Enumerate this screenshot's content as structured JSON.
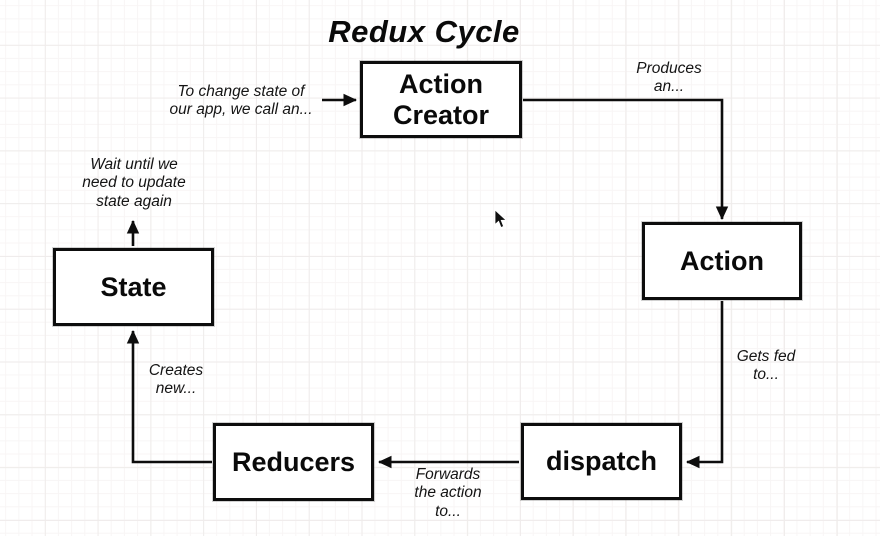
{
  "diagram": {
    "title": "Redux Cycle",
    "boxes": {
      "action_creator": {
        "label": "Action\nCreator"
      },
      "action": {
        "label": "Action"
      },
      "dispatch": {
        "label": "dispatch"
      },
      "reducers": {
        "label": "Reducers"
      },
      "state": {
        "label": "State"
      }
    },
    "annotations": {
      "call_action_creator": {
        "text": "To change state of\nour app, we call an..."
      },
      "produces": {
        "text": "Produces\nan..."
      },
      "gets_fed": {
        "text": "Gets fed\nto..."
      },
      "forwards": {
        "text": "Forwards\nthe action\nto..."
      },
      "creates_new": {
        "text": "Creates\nnew..."
      },
      "wait_until": {
        "text": "Wait until we\nneed to update\nstate again"
      }
    },
    "colors": {
      "stroke": "#0d0d0d",
      "box_background": "#ffffff",
      "grid_minor": "#f8f5f5",
      "grid_major": "#efeceb"
    }
  }
}
